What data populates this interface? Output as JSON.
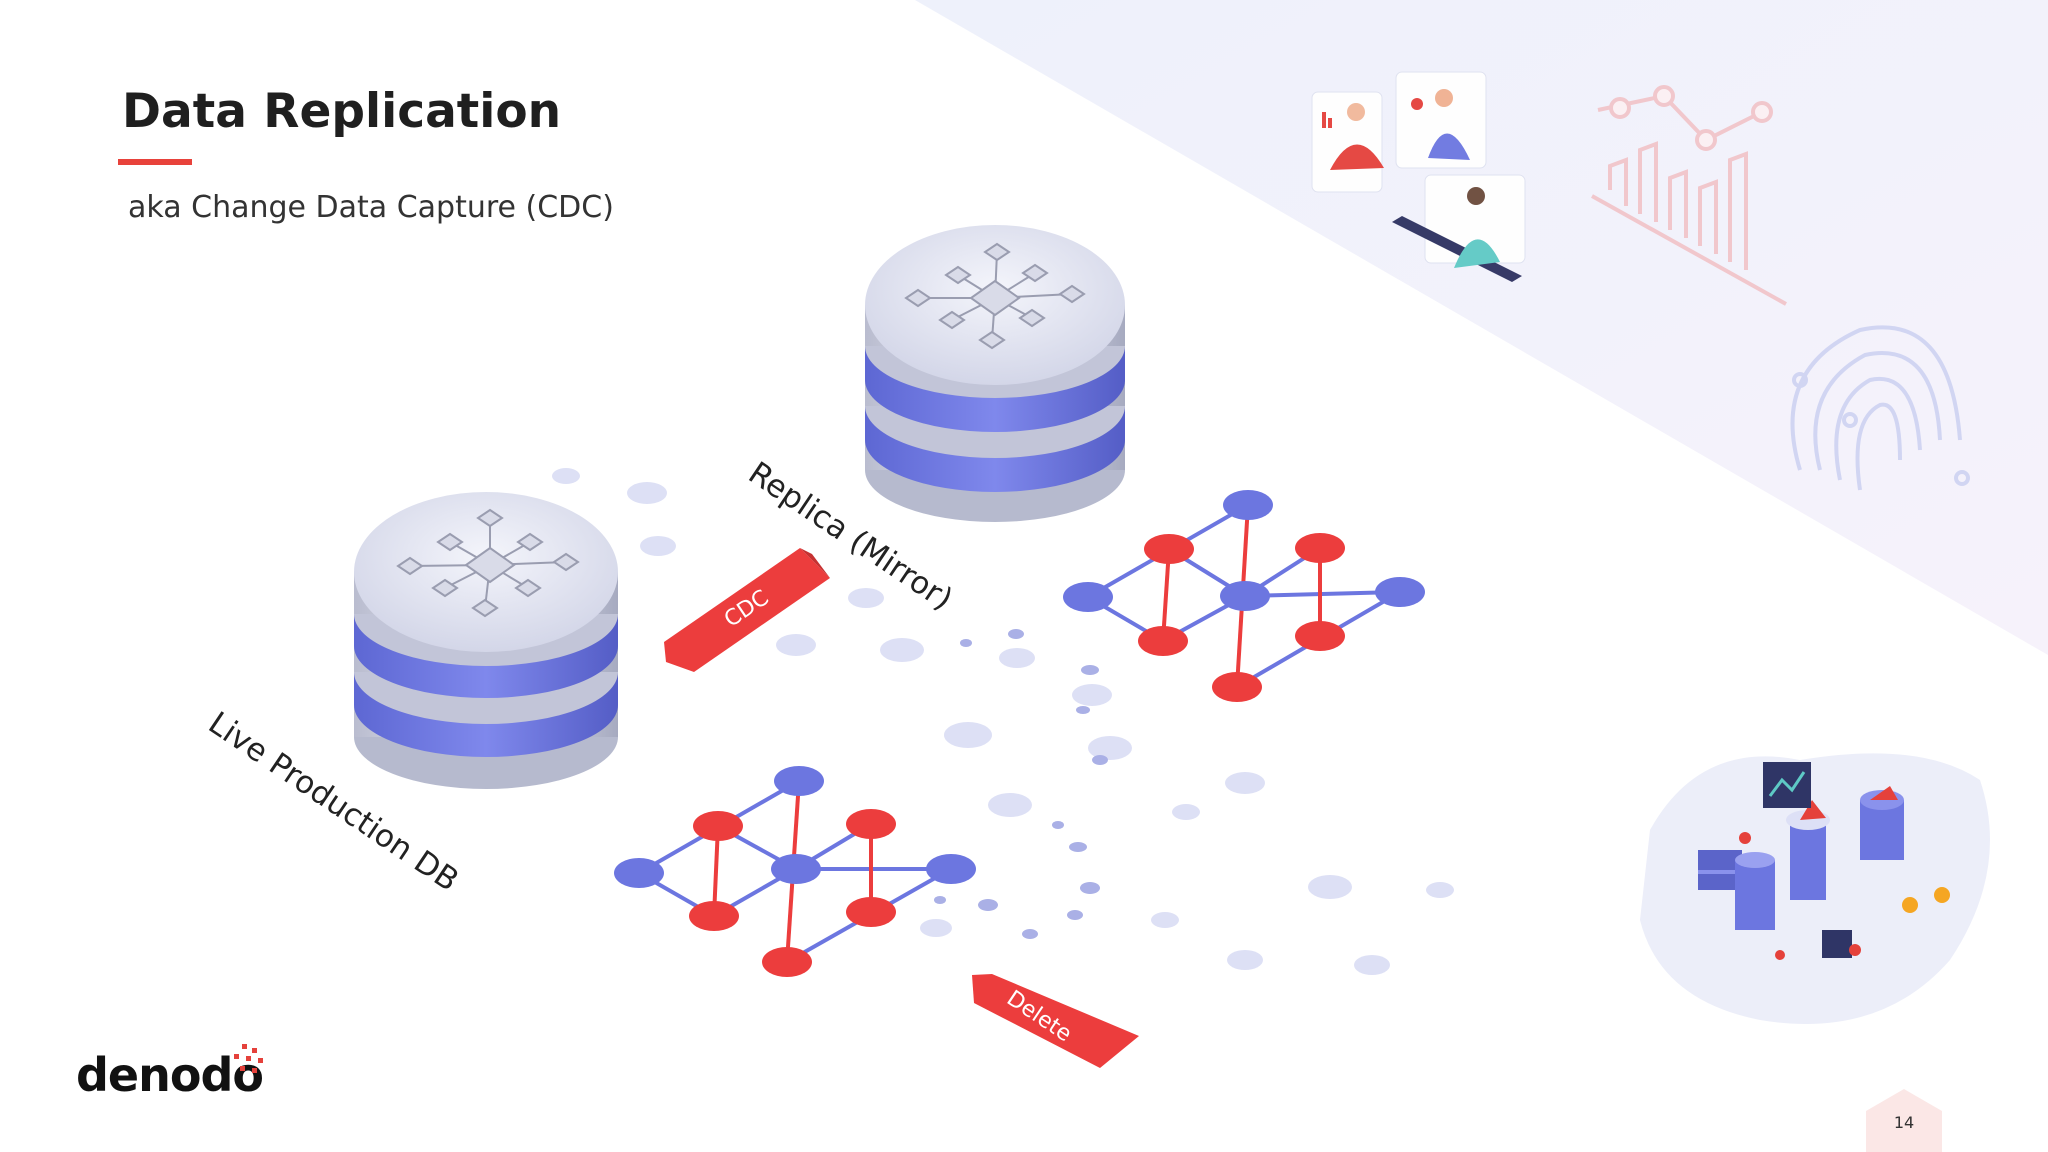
{
  "slide": {
    "title": "Data Replication",
    "subtitle": "aka Change Data Capture (CDC)",
    "page_number": "14"
  },
  "diagram": {
    "source_label": "Live Production DB",
    "target_label": "Replica (Mirror)",
    "cdc_tag": "CDC",
    "delete_tag": "Delete"
  },
  "brand": {
    "logo_text": "denodo"
  },
  "colors": {
    "accent_red": "#e8423b",
    "db_blue": "#6c76e0",
    "db_silver": "#d6d9ea",
    "node_blue": "#6c76e0",
    "node_red": "#ec3d3d"
  },
  "icons": [
    "database-icon",
    "graph-icon",
    "people-meeting-illustration",
    "bar-chart-illustration",
    "fingerprint-illustration",
    "analytics-platform-illustration"
  ]
}
